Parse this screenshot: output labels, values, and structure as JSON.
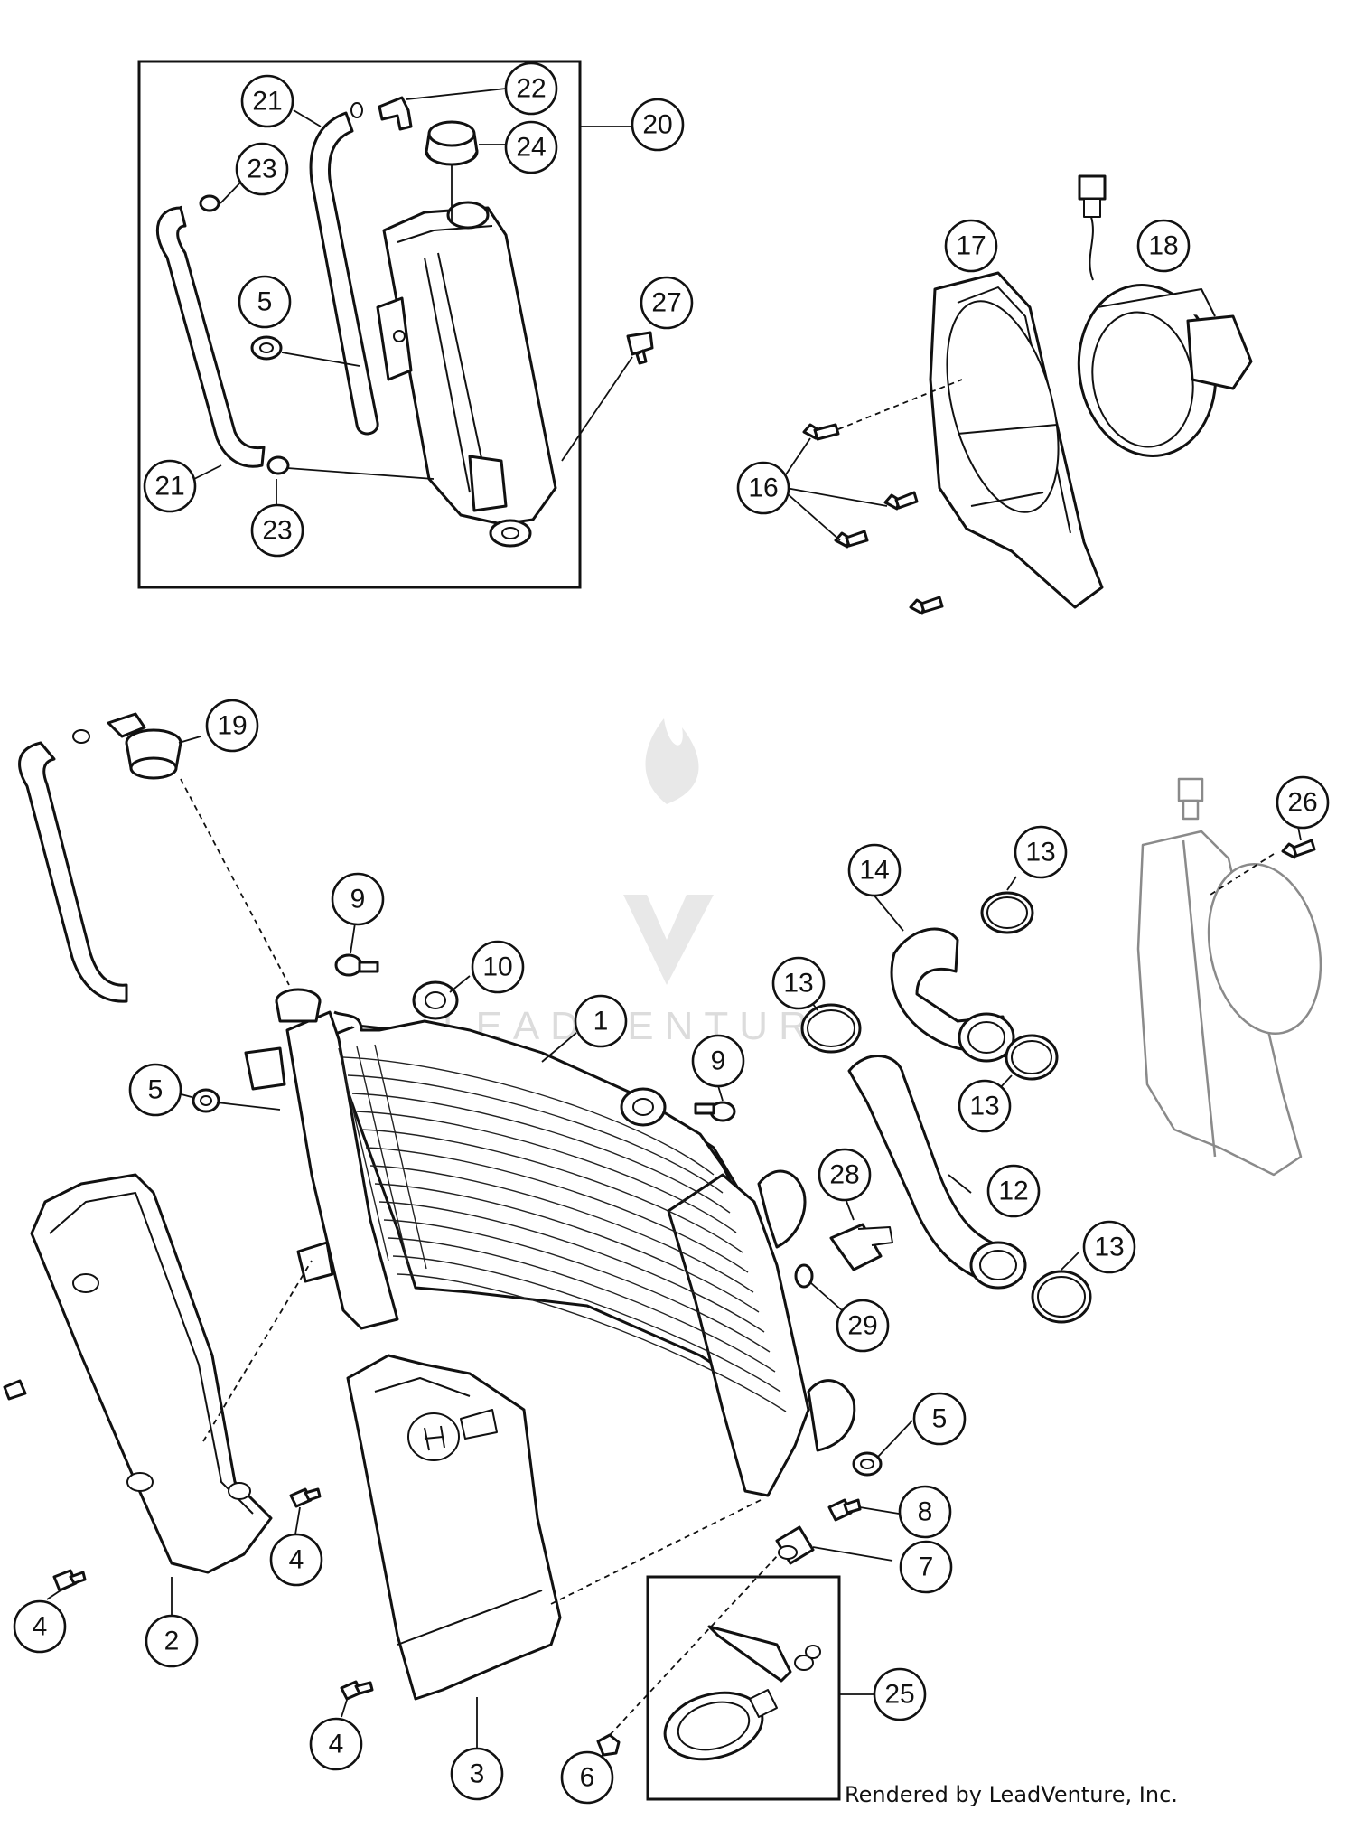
{
  "callouts": [
    {
      "id": "c21a",
      "label": "21"
    },
    {
      "id": "c22",
      "label": "22"
    },
    {
      "id": "c20",
      "label": "20"
    },
    {
      "id": "c23a",
      "label": "23"
    },
    {
      "id": "c24",
      "label": "24"
    },
    {
      "id": "c5a",
      "label": "5"
    },
    {
      "id": "c27",
      "label": "27"
    },
    {
      "id": "c21b",
      "label": "21"
    },
    {
      "id": "c23b",
      "label": "23"
    },
    {
      "id": "c17",
      "label": "17"
    },
    {
      "id": "c18",
      "label": "18"
    },
    {
      "id": "c16",
      "label": "16"
    },
    {
      "id": "c19",
      "label": "19"
    },
    {
      "id": "c26",
      "label": "26"
    },
    {
      "id": "c13a",
      "label": "13"
    },
    {
      "id": "c14",
      "label": "14"
    },
    {
      "id": "c9a",
      "label": "9"
    },
    {
      "id": "c10",
      "label": "10"
    },
    {
      "id": "c1",
      "label": "1"
    },
    {
      "id": "c13b",
      "label": "13"
    },
    {
      "id": "c9b",
      "label": "9"
    },
    {
      "id": "c5b",
      "label": "5"
    },
    {
      "id": "c13c",
      "label": "13"
    },
    {
      "id": "c28",
      "label": "28"
    },
    {
      "id": "c12",
      "label": "12"
    },
    {
      "id": "c13d",
      "label": "13"
    },
    {
      "id": "c29",
      "label": "29"
    },
    {
      "id": "c5c",
      "label": "5"
    },
    {
      "id": "c8",
      "label": "8"
    },
    {
      "id": "c7",
      "label": "7"
    },
    {
      "id": "c4a",
      "label": "4"
    },
    {
      "id": "c4b",
      "label": "4"
    },
    {
      "id": "c2",
      "label": "2"
    },
    {
      "id": "c25",
      "label": "25"
    },
    {
      "id": "c4c",
      "label": "4"
    },
    {
      "id": "c3",
      "label": "3"
    },
    {
      "id": "c6",
      "label": "6"
    }
  ],
  "credit_text": "Rendered by LeadVenture, Inc.",
  "watermark_text": "LEADVENTURE",
  "colors": {
    "ink": "#111111",
    "ghost": "#8a8a8a",
    "watermark": "#d9d9d9",
    "paper": "#ffffff"
  }
}
